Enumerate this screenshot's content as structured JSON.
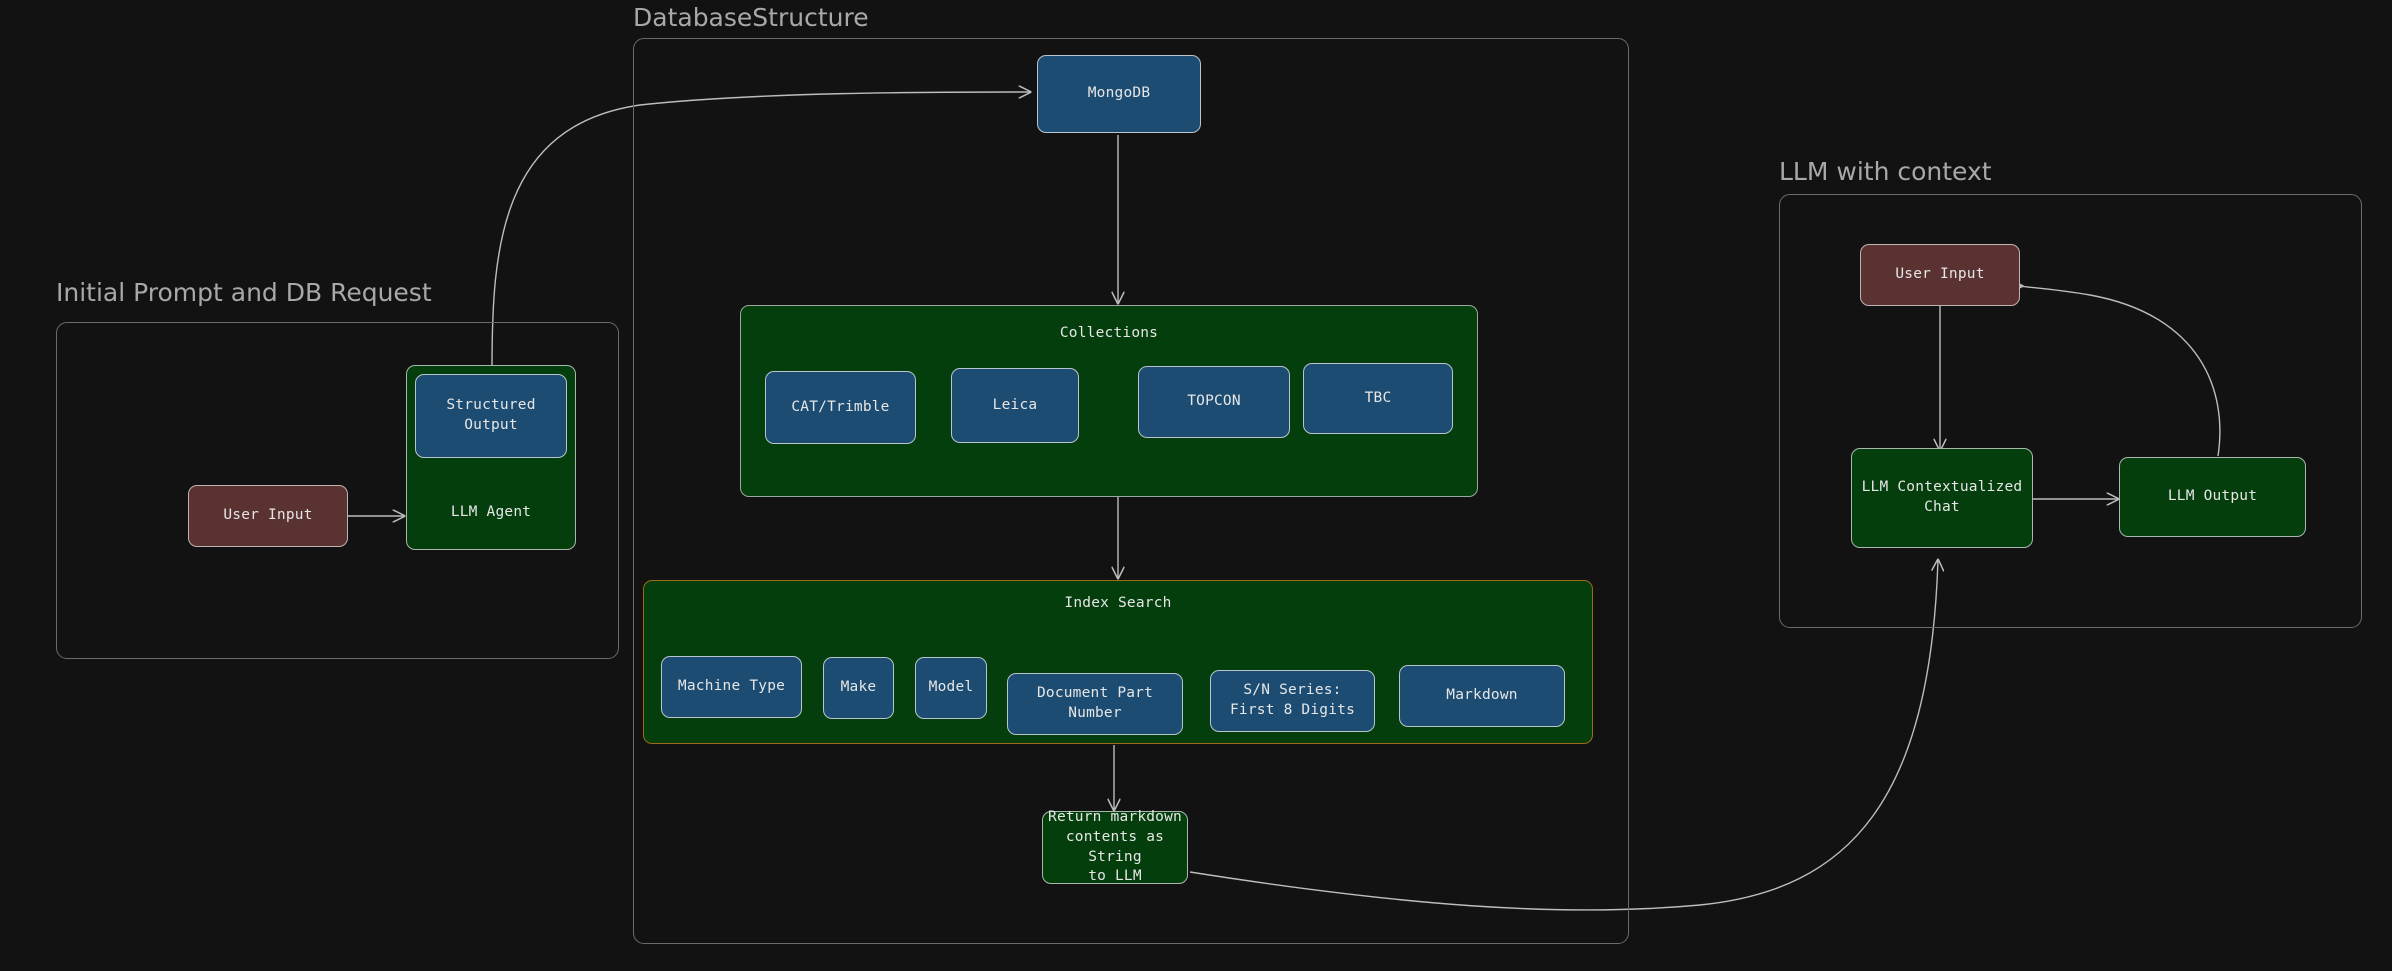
{
  "diagram": {
    "type": "flowchart",
    "background_color": "#121212",
    "node_colors": {
      "blue": "#1c4c72",
      "green": "#053e0d",
      "red": "#5a3232",
      "cluster_border": "#6b6b6b",
      "orange_border": "#9c6a18",
      "edge": "#bdbdbd",
      "text": "#e6e6e6",
      "cluster_title": "#a8a8a8"
    },
    "clusters": [
      {
        "id": "initial-prompt",
        "title": "Initial Prompt and DB Request"
      },
      {
        "id": "database-structure",
        "title": "DatabaseStructure"
      },
      {
        "id": "llm-with-context",
        "title": "LLM with context"
      }
    ],
    "groups": {
      "collections": {
        "label": "Collections"
      },
      "index_search": {
        "label": "Index Search"
      },
      "llm_agent": {
        "label": "LLM Agent"
      }
    },
    "nodes": {
      "user_input_left": "User Input",
      "structured_output": "Structured Output",
      "llm_agent": "LLM Agent",
      "mongodb": "MongoDB",
      "collections_label": "Collections",
      "cat_trimble": "CAT/Trimble",
      "leica": "Leica",
      "topcon": "TOPCON",
      "tbc": "TBC",
      "index_search_label": "Index Search",
      "machine_type": "Machine Type",
      "make": "Make",
      "model": "Model",
      "document_part_number": "Document Part Number",
      "sn_series": "S/N Series:\nFirst 8 Digits",
      "markdown": "Markdown",
      "return_markdown": "Return markdown\ncontents as String\nto LLM",
      "user_input_right": "User Input",
      "llm_contextualized_chat": "LLM Contextualized Chat",
      "llm_output": "LLM Output"
    },
    "collections_items": [
      "CAT/Trimble",
      "Leica",
      "TOPCON",
      "TBC"
    ],
    "index_search_items": [
      "Machine Type",
      "Make",
      "Model",
      "Document Part Number",
      "S/N Series:\nFirst 8 Digits",
      "Markdown"
    ],
    "edges": [
      {
        "from": "User Input",
        "to": "LLM Agent"
      },
      {
        "from": "Structured Output",
        "to": "MongoDB"
      },
      {
        "from": "MongoDB",
        "to": "Collections"
      },
      {
        "from": "Collections",
        "to": "Index Search"
      },
      {
        "from": "Index Search",
        "to": "Return markdown contents as String to LLM"
      },
      {
        "from": "Return markdown contents as String to LLM",
        "to": "LLM Contextualized Chat"
      },
      {
        "from": "User Input",
        "to": "LLM Contextualized Chat"
      },
      {
        "from": "LLM Contextualized Chat",
        "to": "LLM Output"
      },
      {
        "from": "LLM Output",
        "to": "User Input"
      }
    ]
  }
}
